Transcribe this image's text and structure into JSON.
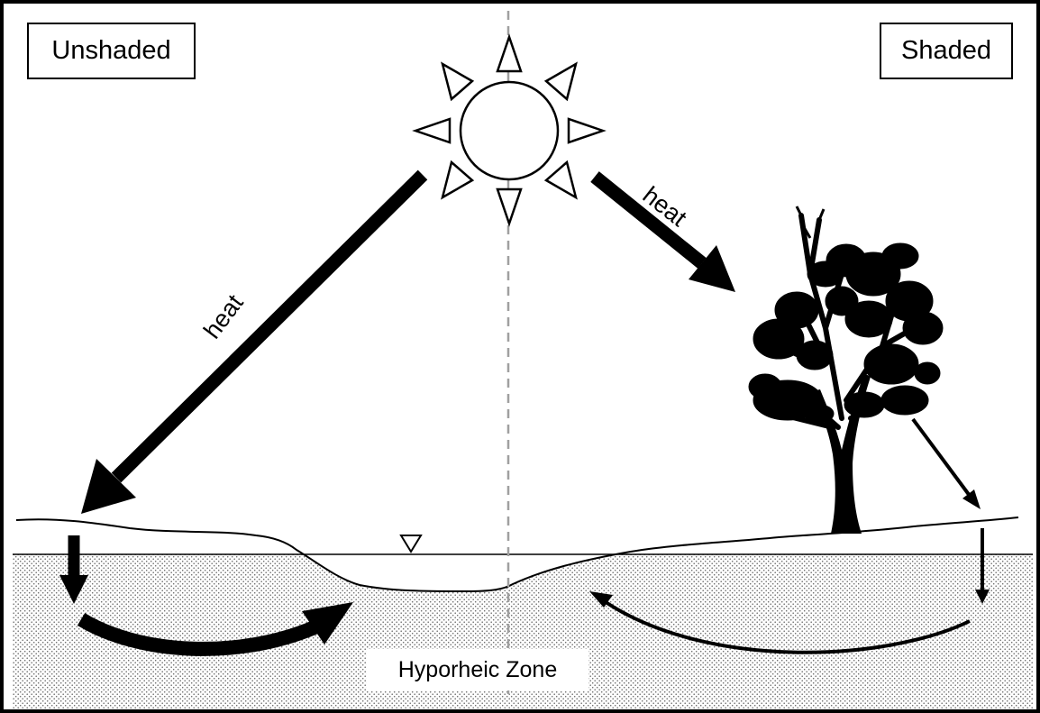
{
  "labels": {
    "unshaded": "Unshaded",
    "shaded": "Shaded",
    "hyporheic_zone": "Hyporheic Zone",
    "heat_left": "heat",
    "heat_right": "heat"
  },
  "colors": {
    "ink": "#000000",
    "background": "#ffffff",
    "divider": "#a0a0a0",
    "sediment_dots": "#7a7a7a"
  },
  "icons": [
    "sun-icon",
    "tree-icon",
    "water-table-icon"
  ]
}
